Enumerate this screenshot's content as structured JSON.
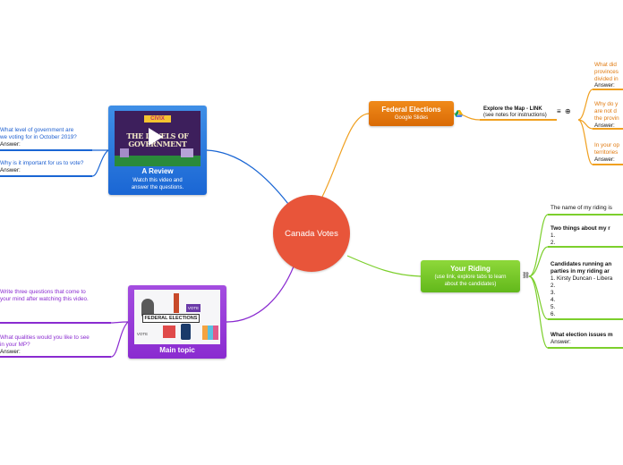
{
  "center": {
    "label": "Canada Votes"
  },
  "review": {
    "title": "A Review",
    "subtitle_line1": "Watch this video and",
    "subtitle_line2": "answer the questions.",
    "thumb_brand": "CIVIX",
    "thumb_title": "THE LEVELS OF GOVERNMENT",
    "questions": [
      {
        "line1": "What level of government are",
        "line2": "we voting for in October 2019?",
        "answer": "Answer:"
      },
      {
        "line1": "Why is it important for us to vote?",
        "line2": "",
        "answer": "Answer:"
      }
    ]
  },
  "main_topic": {
    "title": "Main topic",
    "thumb_title": "FEDERAL ELECTIONS",
    "thumb_badge": "VOTE",
    "thumb_badge2": "VOTE",
    "questions": [
      {
        "line1": "Write three questions that come to",
        "line2": "your mind after watching this video.",
        "answer": ""
      },
      {
        "line1": "What qualities would you like to see",
        "line2": "in your MP?",
        "answer": "Answer:"
      }
    ]
  },
  "federal": {
    "title": "Federal Elections",
    "subtitle": "Google Slides",
    "map_label_line1": "Explore the Map - LINK",
    "map_label_line2": "(see notes for instructions)",
    "questions": [
      {
        "line1": "What did",
        "line2": "provinces",
        "line3": "divided in",
        "answer": "Answer:"
      },
      {
        "line1": "Why do y",
        "line2": "are not d",
        "line3": "the provin",
        "answer": "Answer:"
      },
      {
        "line1": "In your op",
        "line2": "territories",
        "line3": "",
        "answer": "Answer:"
      }
    ]
  },
  "riding": {
    "title": "Your Riding",
    "subtitle_line1": "(use link, explore tabs to learn",
    "subtitle_line2": "about the candidates)",
    "name_item": "The name of my riding is",
    "two_things": {
      "title": "Two things about my r",
      "items": [
        "1.",
        "2."
      ]
    },
    "candidates": {
      "title_line1": "Candidates running an",
      "title_line2": "parties in my riding ar",
      "items": [
        "1. Kirsty Duncan - Libera",
        "2.",
        "3.",
        "4.",
        "5.",
        "6."
      ]
    },
    "issues": {
      "title": "What election issues m",
      "answer": "Answer:"
    }
  },
  "colors": {
    "center": "#e8553a",
    "blue": "#1a66d4",
    "purple": "#8a2bd0",
    "orange": "#e07a10",
    "green": "#62b81b"
  },
  "icons": {
    "play": "play-icon",
    "drive": "google-drive-icon",
    "notes": "notes-icon",
    "globe": "globe-icon",
    "link": "link-icon"
  }
}
